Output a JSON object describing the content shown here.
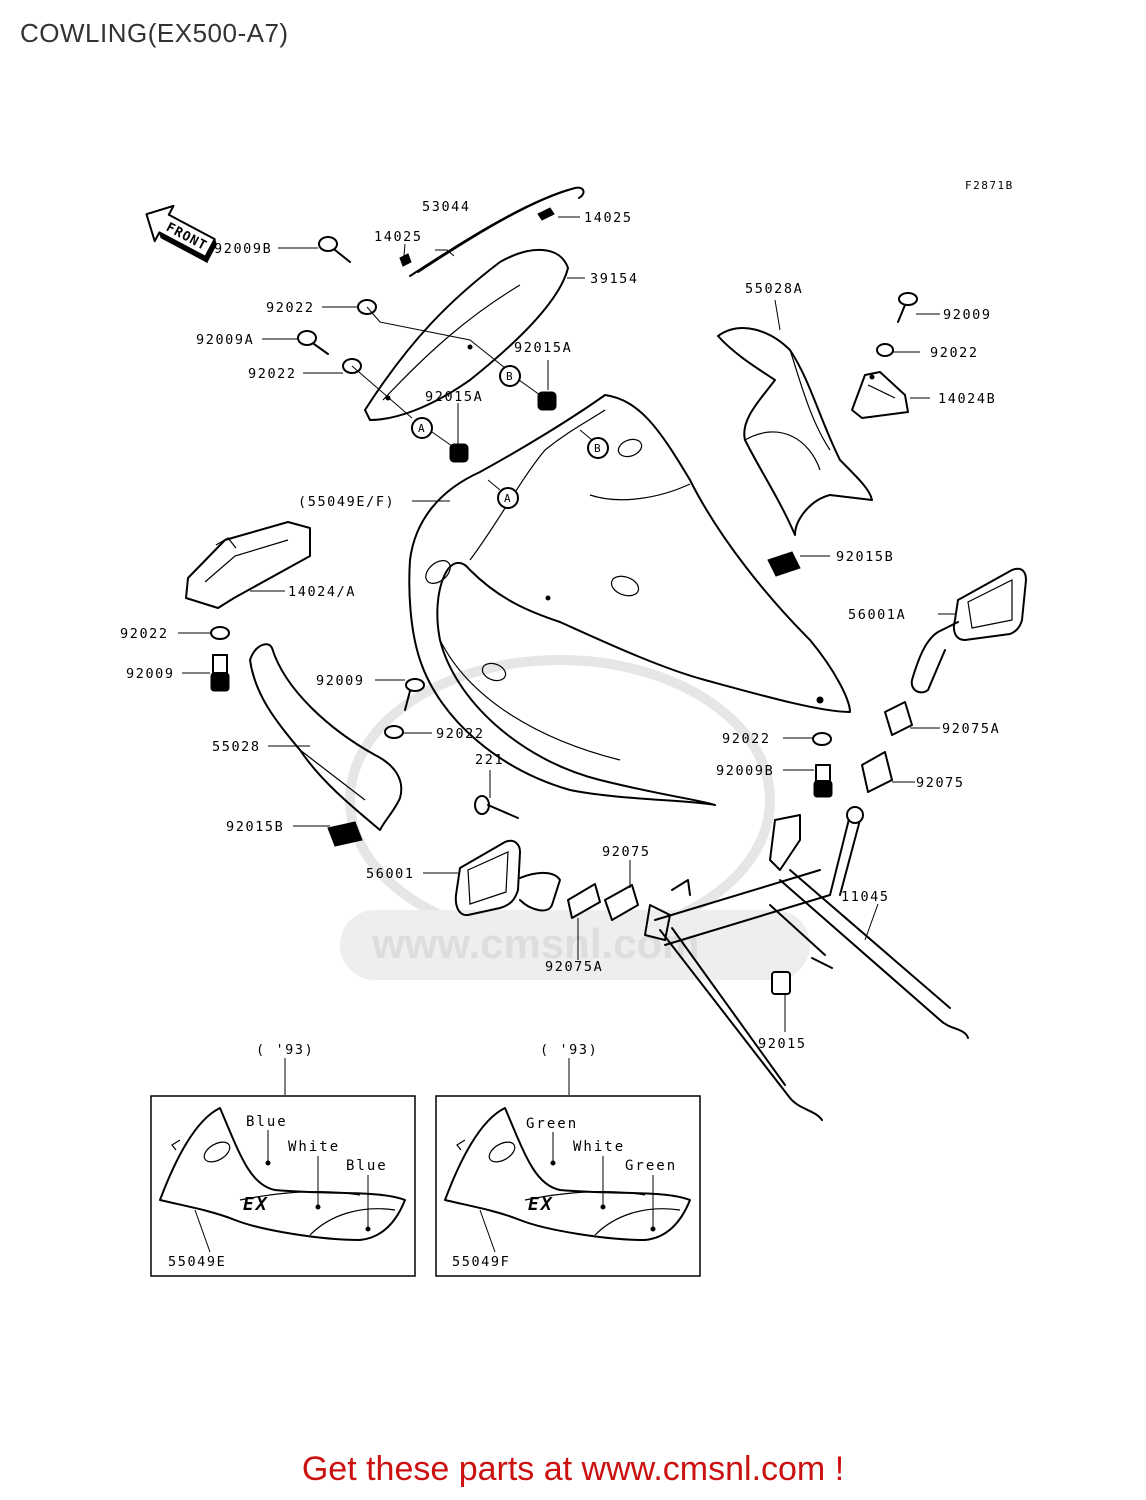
{
  "title": "COWLING(EX500-A7)",
  "figure_ref": "F2871B",
  "front_label": "FRONT",
  "watermark": "www.cmsnl.com",
  "parts": {
    "p53044": "53044",
    "p14025a": "14025",
    "p14025b": "14025",
    "p92009B_top": "92009B",
    "p39154": "39154",
    "p92022_a": "92022",
    "p92009A": "92009A",
    "p92022_b": "92022",
    "p92015A_top": "92015A",
    "p92015A_mid": "92015A",
    "p55049EF": "(55049E/F)",
    "p55028A": "55028A",
    "p92009_right": "92009",
    "p92022_right": "92022",
    "p14024B": "14024B",
    "p92015B_right": "92015B",
    "p56001A": "56001A",
    "p14024A": "14024/A",
    "p92022_left": "92022",
    "p92009_left": "92009",
    "p92009_mid": "92009",
    "p92022_mid": "92022",
    "p55028": "55028",
    "p221": "221",
    "p92015B_left": "92015B",
    "p92022_lower": "92022",
    "p92075A_right": "92075A",
    "p92009B_lower": "92009B",
    "p92075_right": "92075",
    "p56001": "56001",
    "p92075_mid": "92075",
    "p11045": "11045",
    "p92075A_mid": "92075A",
    "p92015": "92015"
  },
  "refs": {
    "a1": "A",
    "a2": "A",
    "b1": "B",
    "b2": "B"
  },
  "inset_left": {
    "year": "( '93)",
    "color1": "Blue",
    "color2": "White",
    "color3": "Blue",
    "part": "55049E",
    "logo": "EX"
  },
  "inset_right": {
    "year": "( '93)",
    "color1": "Green",
    "color2": "White",
    "color3": "Green",
    "part": "55049F",
    "logo": "EX"
  },
  "footer": "Get these parts at www.cmsnl.com !",
  "colors": {
    "footer": "#cc1111",
    "title": "#333333",
    "watermark": "#dddddd"
  }
}
